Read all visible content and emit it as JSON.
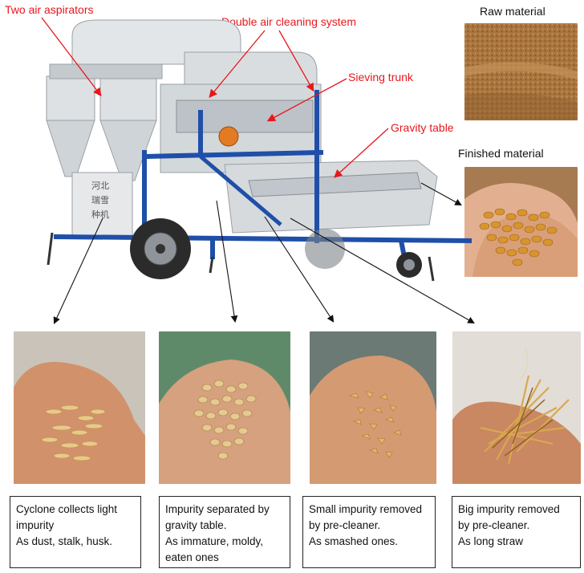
{
  "labels": {
    "two_air_aspirators": "Two air aspirators",
    "double_air_cleaning": "Double air cleaning system",
    "sieving_trunk": "Sieving trunk",
    "gravity_table": "Gravity table",
    "raw_material": "Raw material",
    "finished_material": "Finished  material"
  },
  "machine_sign": [
    "河北",
    "瑞雪",
    "种机"
  ],
  "captions": [
    {
      "lines": [
        "Cyclone collects light",
        "impurity",
        "As dust, stalk, husk."
      ]
    },
    {
      "lines": [
        "Impurity separated by",
        "gravity table.",
        "As immature, moldy,",
        "eaten ones"
      ]
    },
    {
      "lines": [
        "Small impurity removed",
        "by pre-cleaner.",
        "As smashed ones."
      ]
    },
    {
      "lines": [
        "Big impurity removed",
        "by pre-cleaner.",
        "As long straw"
      ]
    }
  ],
  "colors": {
    "label_red": "#e8171c",
    "frame_blue": "#1f4fa8",
    "machine_silver": "#d9dde0",
    "grain_gold": "#d9a24a",
    "raw_brown": "#a9743d"
  }
}
